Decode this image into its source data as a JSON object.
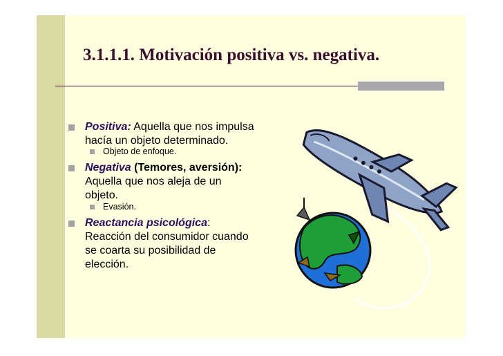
{
  "slide": {
    "title": "3.1.1.1. Motivación positiva vs. negativa.",
    "bullets": [
      {
        "term": "Positiva:",
        "line1_rest": " Aquella que nos impulsa",
        "lines": [
          "hacía un objeto determinado."
        ],
        "sub": "Objeto de enfoque."
      },
      {
        "term": "Negativa",
        "line1_rest": " (Temores, aversión):",
        "lines": [
          "Aquella que nos aleja de un",
          "objeto."
        ],
        "sub": "Evasión."
      },
      {
        "term": "Reactancia psicológica",
        "line1_rest": ":",
        "lines": [
          "Reacción del consumidor cuando",
          "se coarta su posibilidad de",
          "elección."
        ]
      }
    ]
  },
  "clipart": {
    "icon": "airplane-globe-clipart"
  },
  "colors": {
    "background": "#ffffe0",
    "band": "#d8d9a3",
    "title": "#3a0f2e",
    "emphasis": "#2e0e5c",
    "bullet": "#a3a3a3"
  }
}
